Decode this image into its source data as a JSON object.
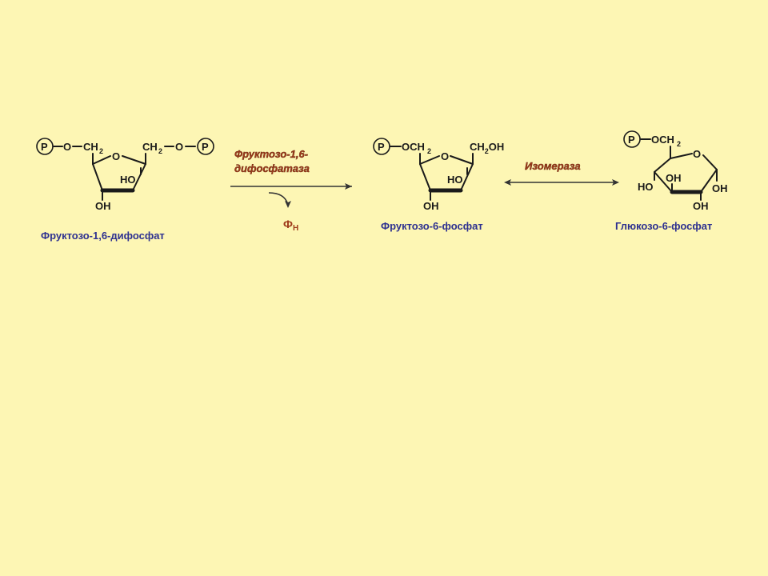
{
  "reaction": {
    "substrate_name": "Фруктозо-1,6-дифосфат",
    "enzyme1_line1": "Фруктозо-1,6-",
    "enzyme1_line2": "дифосфатаза",
    "byproduct_main": "Ф",
    "byproduct_sub": "Н",
    "product1_name": "Фруктозо-6-фосфат",
    "enzyme2": "Изомераза",
    "product2_name": "Глюкозо-6-фосфат"
  },
  "atoms": {
    "p": "P",
    "o": "O",
    "dash": "–",
    "ch2": "CH",
    "two": "2",
    "och2": "OCH",
    "ch2oh_a": "CH",
    "ch2oh_b": "OH",
    "ho": "HO",
    "oh": "OH"
  }
}
